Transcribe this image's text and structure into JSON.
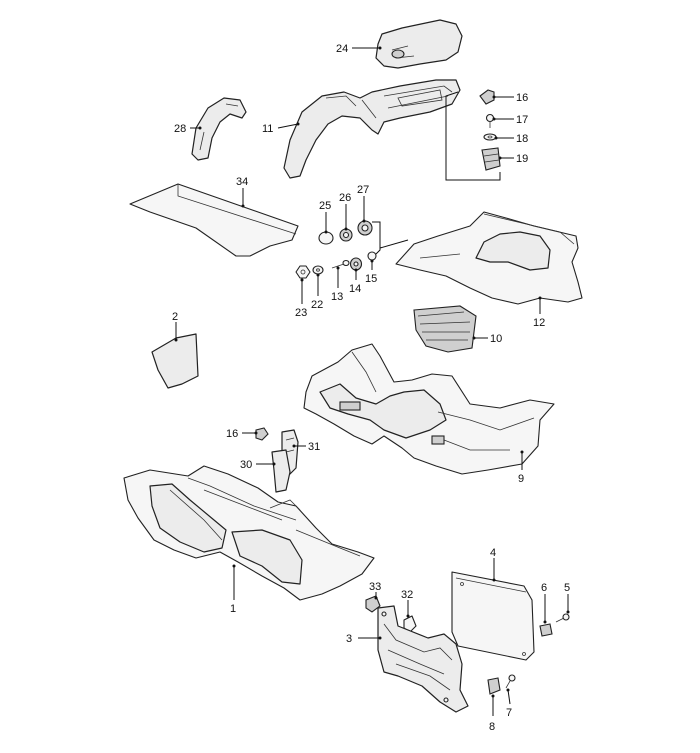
{
  "callouts": [
    {
      "id": "c24",
      "label": "24"
    },
    {
      "id": "c16a",
      "label": "16"
    },
    {
      "id": "c17",
      "label": "17"
    },
    {
      "id": "c18",
      "label": "18"
    },
    {
      "id": "c19",
      "label": "19"
    },
    {
      "id": "c28",
      "label": "28"
    },
    {
      "id": "c11",
      "label": "11"
    },
    {
      "id": "c34",
      "label": "34"
    },
    {
      "id": "c25",
      "label": "25"
    },
    {
      "id": "c26",
      "label": "26"
    },
    {
      "id": "c27",
      "label": "27"
    },
    {
      "id": "c23",
      "label": "23"
    },
    {
      "id": "c22",
      "label": "22"
    },
    {
      "id": "c13",
      "label": "13"
    },
    {
      "id": "c14",
      "label": "14"
    },
    {
      "id": "c15",
      "label": "15"
    },
    {
      "id": "c12",
      "label": "12"
    },
    {
      "id": "c10",
      "label": "10"
    },
    {
      "id": "c2",
      "label": "2"
    },
    {
      "id": "c16b",
      "label": "16"
    },
    {
      "id": "c31",
      "label": "31"
    },
    {
      "id": "c30",
      "label": "30"
    },
    {
      "id": "c9",
      "label": "9"
    },
    {
      "id": "c1",
      "label": "1"
    },
    {
      "id": "c4",
      "label": "4"
    },
    {
      "id": "c33",
      "label": "33"
    },
    {
      "id": "c32",
      "label": "32"
    },
    {
      "id": "c6",
      "label": "6"
    },
    {
      "id": "c5",
      "label": "5"
    },
    {
      "id": "c3",
      "label": "3"
    },
    {
      "id": "c8",
      "label": "8"
    },
    {
      "id": "c7",
      "label": "7"
    }
  ]
}
